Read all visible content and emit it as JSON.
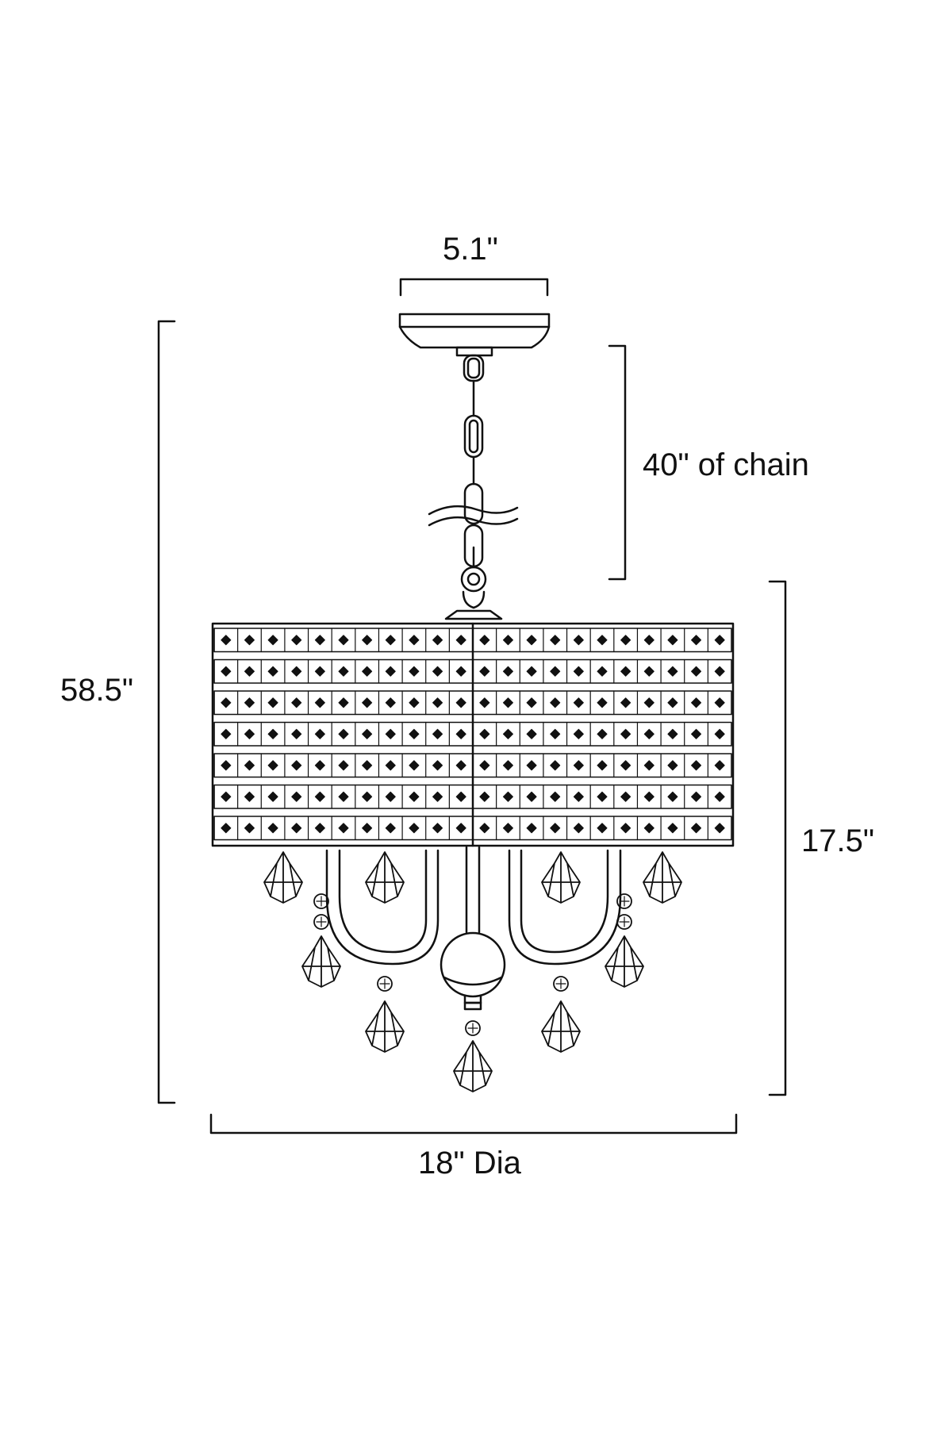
{
  "dimensions": {
    "canopy_width": "5.1\"",
    "chain_length": "40\" of chain",
    "overall_height": "58.5\"",
    "fixture_height": "17.5\"",
    "diameter": "18\" Dia"
  },
  "colors": {
    "line": "#111111",
    "background": "#ffffff"
  }
}
